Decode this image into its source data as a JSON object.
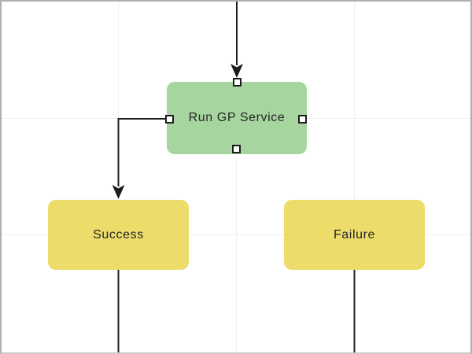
{
  "diagram": {
    "nodes": [
      {
        "label": "Run GP Service",
        "fill": "#a6d59f",
        "type": "process",
        "selected": true
      },
      {
        "label": "Success",
        "fill": "#eedc6a",
        "type": "outcome",
        "selected": false
      },
      {
        "label": "Failure",
        "fill": "#eedc6a",
        "type": "outcome",
        "selected": false
      }
    ],
    "colors": {
      "connector": "#1c1c1c",
      "grid_line": "#f0f0f0",
      "canvas_background": "#ffffff",
      "canvas_border": "#b0b0b0",
      "handle_fill": "#ffffff",
      "handle_border": "#1c1c1c",
      "label_text": "#262626"
    }
  }
}
